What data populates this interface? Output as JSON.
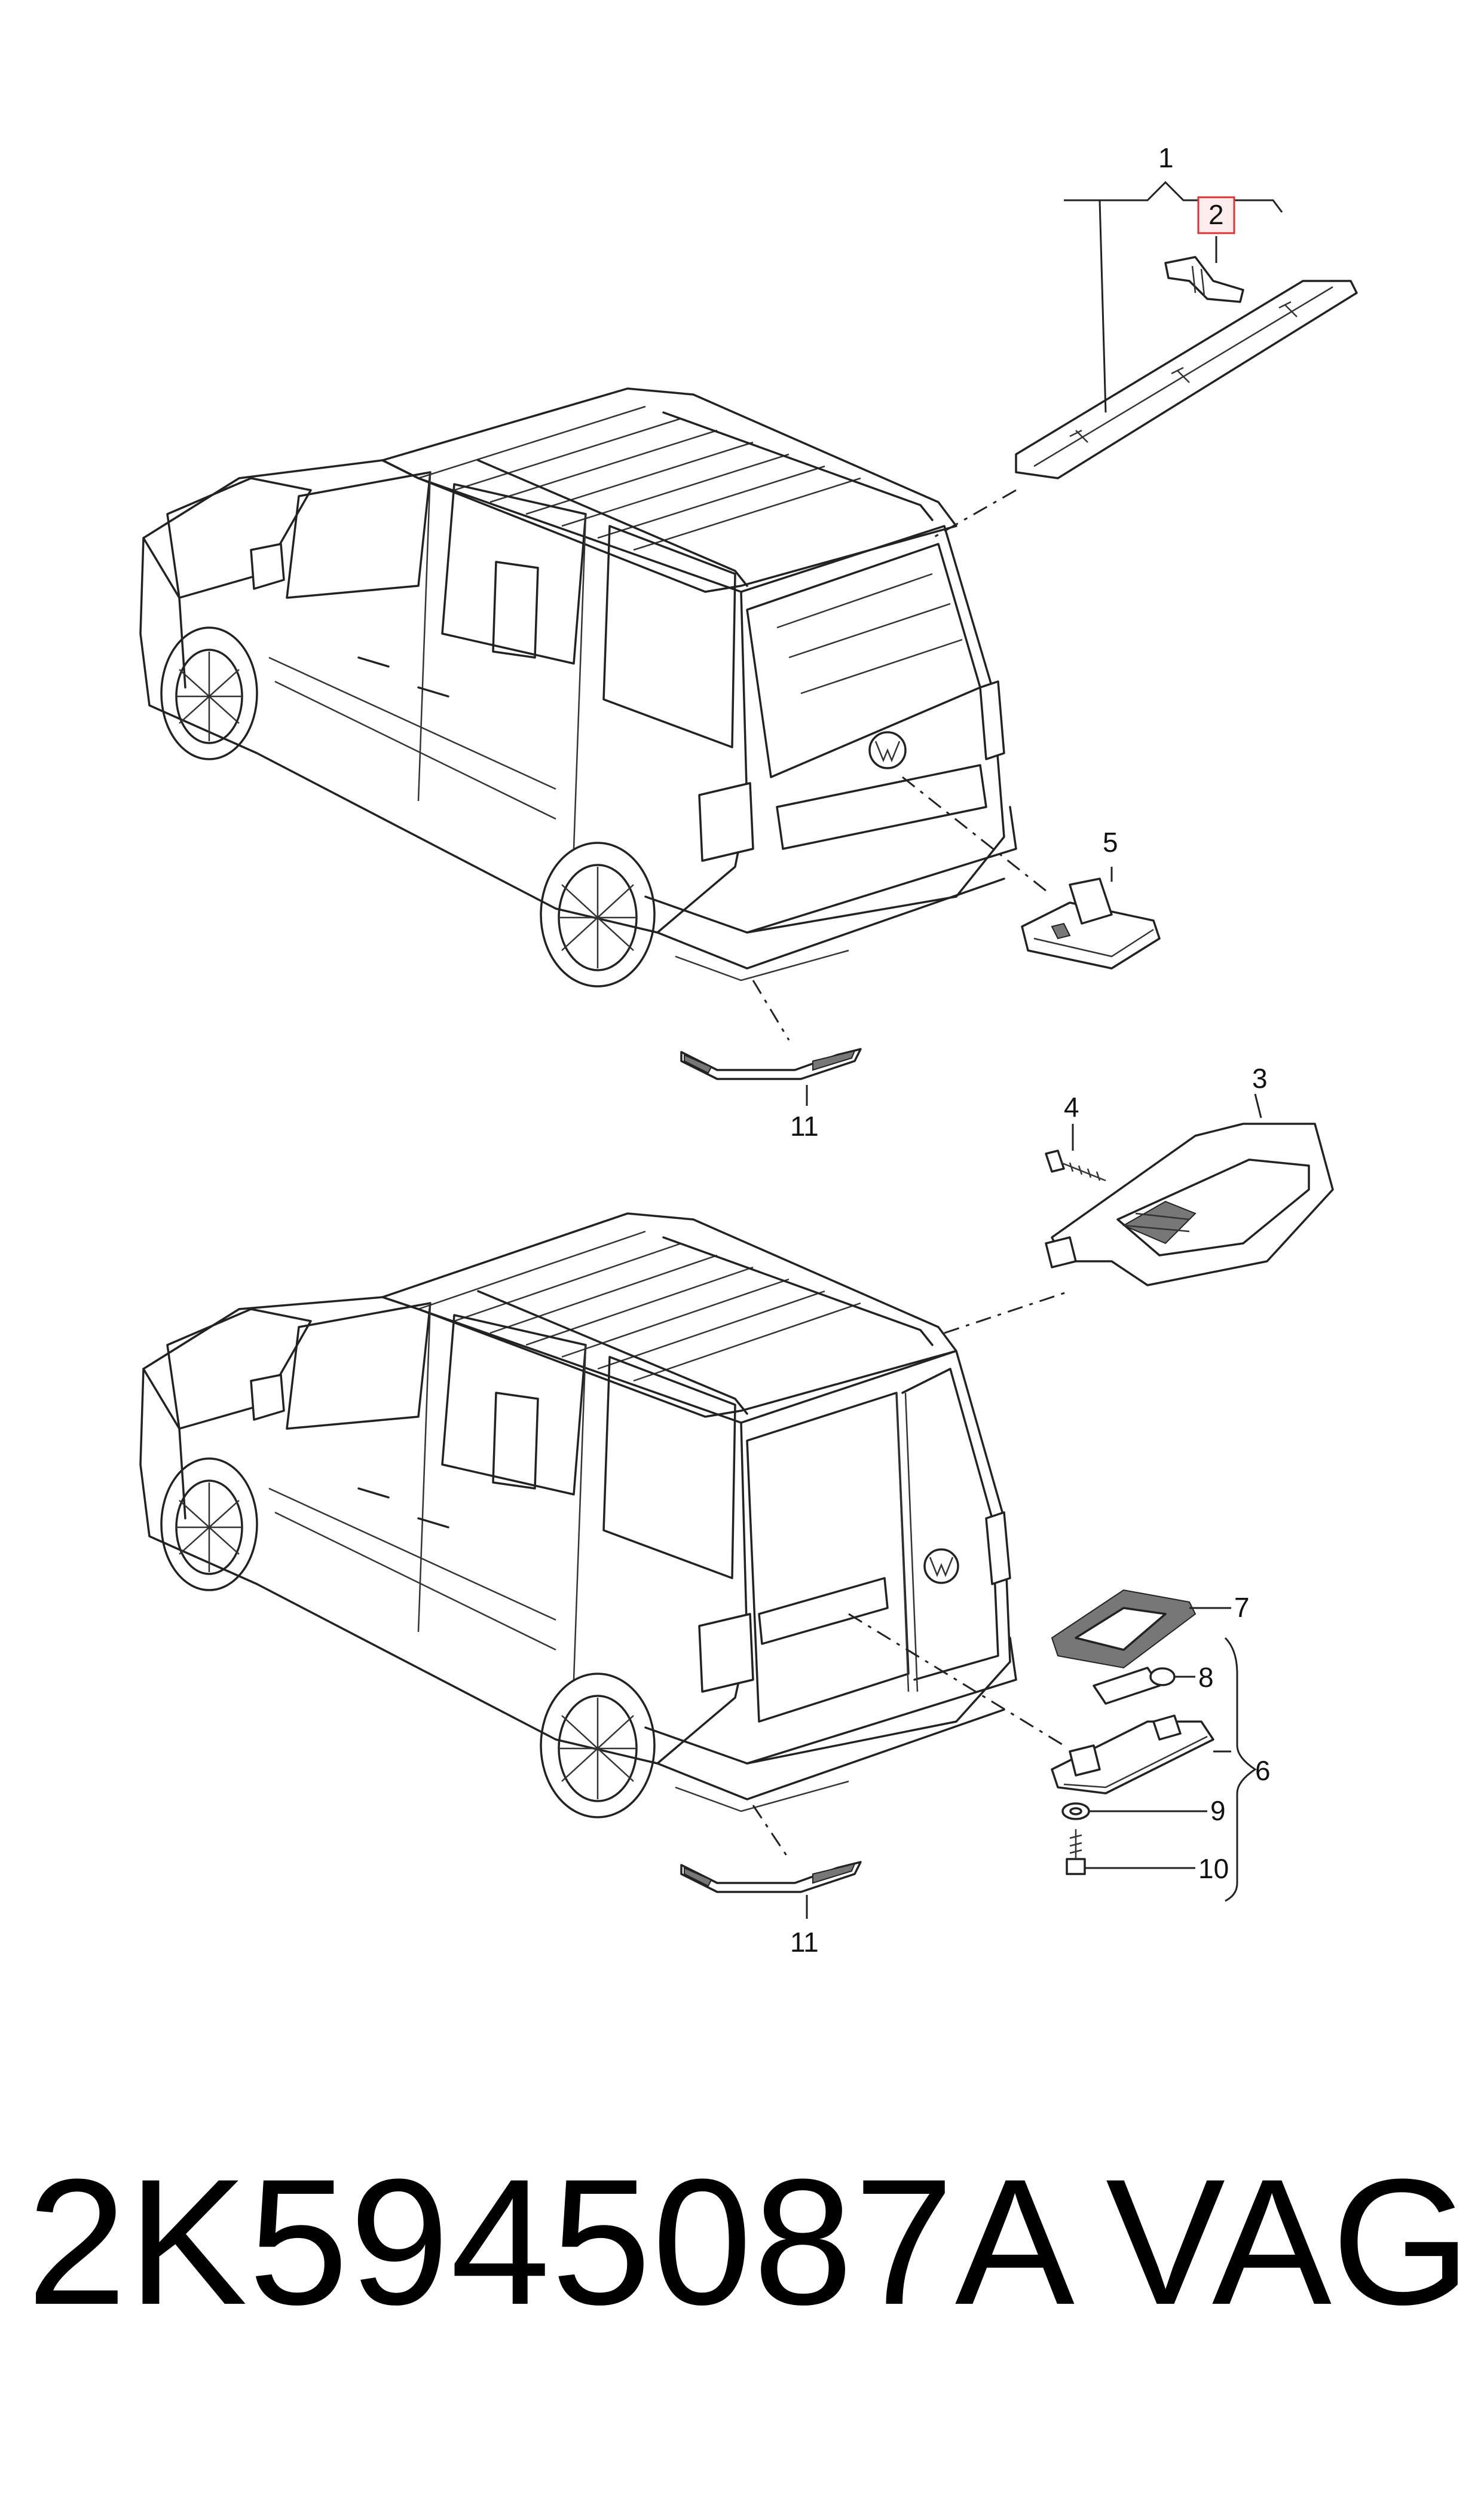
{
  "diagram": {
    "callouts": {
      "c1": "1",
      "c2": "2",
      "c3": "3",
      "c4": "4",
      "c5": "5",
      "c6": "6",
      "c7": "7",
      "c8": "8",
      "c9": "9",
      "c10": "10",
      "c11_top": "11",
      "c11_bottom": "11"
    },
    "highlighted_callout": "2",
    "highlight_color": "#d33333"
  },
  "footer": {
    "part_number": "2K5945087A",
    "brand": "VAG"
  }
}
